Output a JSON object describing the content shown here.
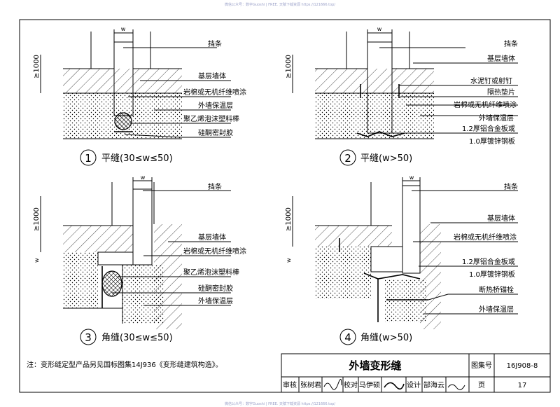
{
  "watermark_top": "微信公众号：数字Guoshi | FREE. 天赋下载资源 https://121666.top/",
  "watermark_bottom": "微信公众号：数字Guoshi | FREE. 天赋下载资源 https://121666.top/",
  "dims": {
    "w": "w",
    "h1000": "≥1000"
  },
  "detail1": {
    "num": "1",
    "caption": "平缝(30≤w≤50)",
    "labels": [
      "挡条",
      "基层墙体",
      "岩棉或无机纤维喷涂",
      "外墙保温层",
      "聚乙烯泡沫塑料棒",
      "硅酮密封胶"
    ]
  },
  "detail2": {
    "num": "2",
    "caption": "平缝(w>50)",
    "labels": [
      "挡条",
      "基层墙体",
      "水泥钉或射钉",
      "隔热垫片",
      "岩棉或无机纤维喷涂",
      "外墙保温层",
      "1.2厚铝合金板或",
      "1.0厚镀锌钢板"
    ]
  },
  "detail3": {
    "num": "3",
    "caption": "角缝(30≤w≤50)",
    "labels": [
      "挡条",
      "基层墙体",
      "岩棉或无机纤维喷涂",
      "聚乙烯泡沫塑料棒",
      "硅酮密封胶",
      "外墙保温层"
    ]
  },
  "detail4": {
    "num": "4",
    "caption": "角缝(w>50)",
    "labels": [
      "挡条",
      "基层墙体",
      "岩棉或无机纤维喷涂",
      "1.2厚铝合金板或",
      "1.0厚镀锌钢板",
      "断热桥锚栓",
      "外墙保温层"
    ]
  },
  "note": "注：变形缝定型产品另见国标图集14J936《变形缝建筑构造》。",
  "titleblock": {
    "title": "外墙变形缝",
    "atlas_label": "图集号",
    "atlas_no": "16J908-8",
    "page_label": "页",
    "page_no": "17",
    "review_label": "审核",
    "review_name": "张树君",
    "check_label": "校对",
    "check_name": "马伊硕",
    "design_label": "设计",
    "design_name": "郜海云"
  }
}
